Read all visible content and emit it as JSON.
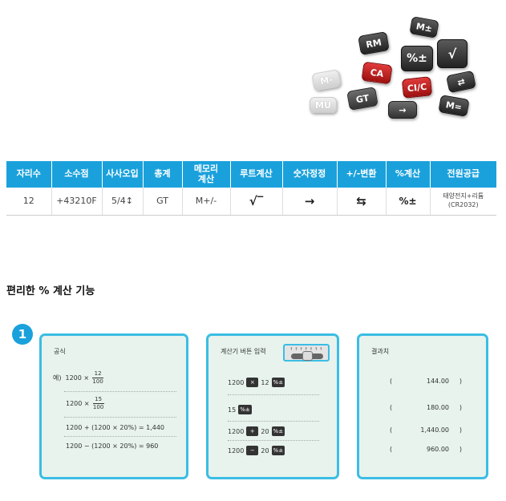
{
  "keys": [
    {
      "label": "M±"
    },
    {
      "label": "RM"
    },
    {
      "label": "%±"
    },
    {
      "label": "√"
    },
    {
      "label": "M-"
    },
    {
      "label": "CA"
    },
    {
      "label": "CI/C"
    },
    {
      "label": "⇄"
    },
    {
      "label": "MU"
    },
    {
      "label": "GT"
    },
    {
      "label": "→"
    },
    {
      "label": "M="
    }
  ],
  "table": {
    "headers": [
      "자리수",
      "소수점",
      "사사오입",
      "총계",
      "메모리\n계산",
      "루트계산",
      "숫자정정",
      "+/-변환",
      "%계산",
      "전원공급"
    ],
    "row": [
      "12",
      "+43210F",
      "5/4↕",
      "GT",
      "M+/-",
      "√‾",
      "→",
      "⇆",
      "%±",
      "태양전지+리튬\n(CR2032)"
    ]
  },
  "section_title": "편리한 % 계산 기능",
  "step_number": "1",
  "formula_panel": {
    "title": "공식",
    "example_prefix": "예)",
    "row1": {
      "left": "1200 ×",
      "num": "12",
      "den": "100"
    },
    "row2": {
      "left": "1200 ×",
      "num": "15",
      "den": "100"
    },
    "row3": "1200 + (1200 × 20%) = 1,440",
    "row4": "1200 − (1200 × 20%) = 960"
  },
  "input_panel": {
    "title": "계산기 버튼 입력",
    "rows": [
      {
        "a": "1200",
        "op": "×",
        "b": "12",
        "pct": "%±"
      },
      {
        "a": "15",
        "pct": "%±"
      },
      {
        "a": "1200",
        "op": "+",
        "b": "20",
        "pct": "%±"
      },
      {
        "a": "1200",
        "op": "−",
        "b": "20",
        "pct": "%±"
      }
    ]
  },
  "result_panel": {
    "title": "결과치",
    "values": [
      "144.00",
      "180.00",
      "1,440.00",
      "960.00"
    ],
    "open": "(",
    "close": ")"
  }
}
